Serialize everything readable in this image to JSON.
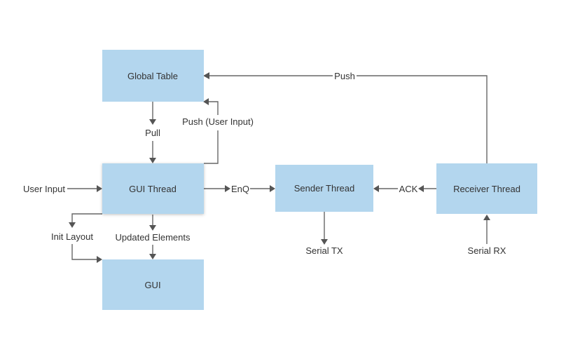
{
  "diagram": {
    "nodes": {
      "global_table": "Global Table",
      "gui_thread": "GUI Thread",
      "gui": "GUI",
      "sender_thread": "Sender Thread",
      "receiver_thread": "Receiver Thread"
    },
    "edge_labels": {
      "pull": "Pull",
      "push_user_input": "Push (User Input)",
      "push": "Push",
      "user_input": "User Input",
      "enq": "EnQ",
      "ack": "ACK",
      "init_layout": "Init Layout",
      "updated_elements": "Updated Elements",
      "serial_tx": "Serial TX",
      "serial_rx": "Serial RX"
    }
  },
  "colors": {
    "node_fill": "#b3d6ee",
    "line": "#666666",
    "text": "#333333"
  }
}
